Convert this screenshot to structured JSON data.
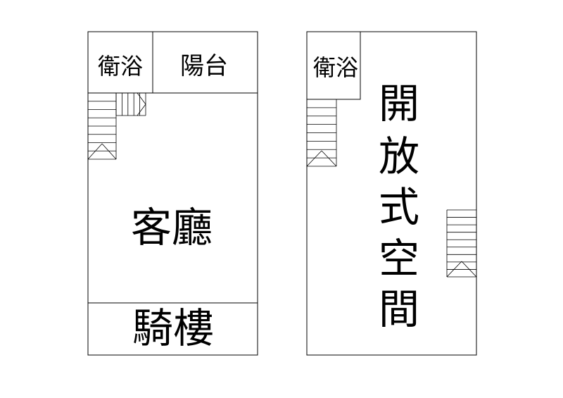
{
  "floor_a": {
    "bathroom_label": "衛浴",
    "balcony_label": "陽台",
    "living_room_label": "客廳",
    "arcade_label": "騎樓"
  },
  "floor_b": {
    "bathroom_label": "衛浴",
    "open_space_chars": [
      "開",
      "放",
      "式",
      "空",
      "間"
    ]
  },
  "colors": {
    "line": "#000000",
    "background": "#ffffff"
  }
}
